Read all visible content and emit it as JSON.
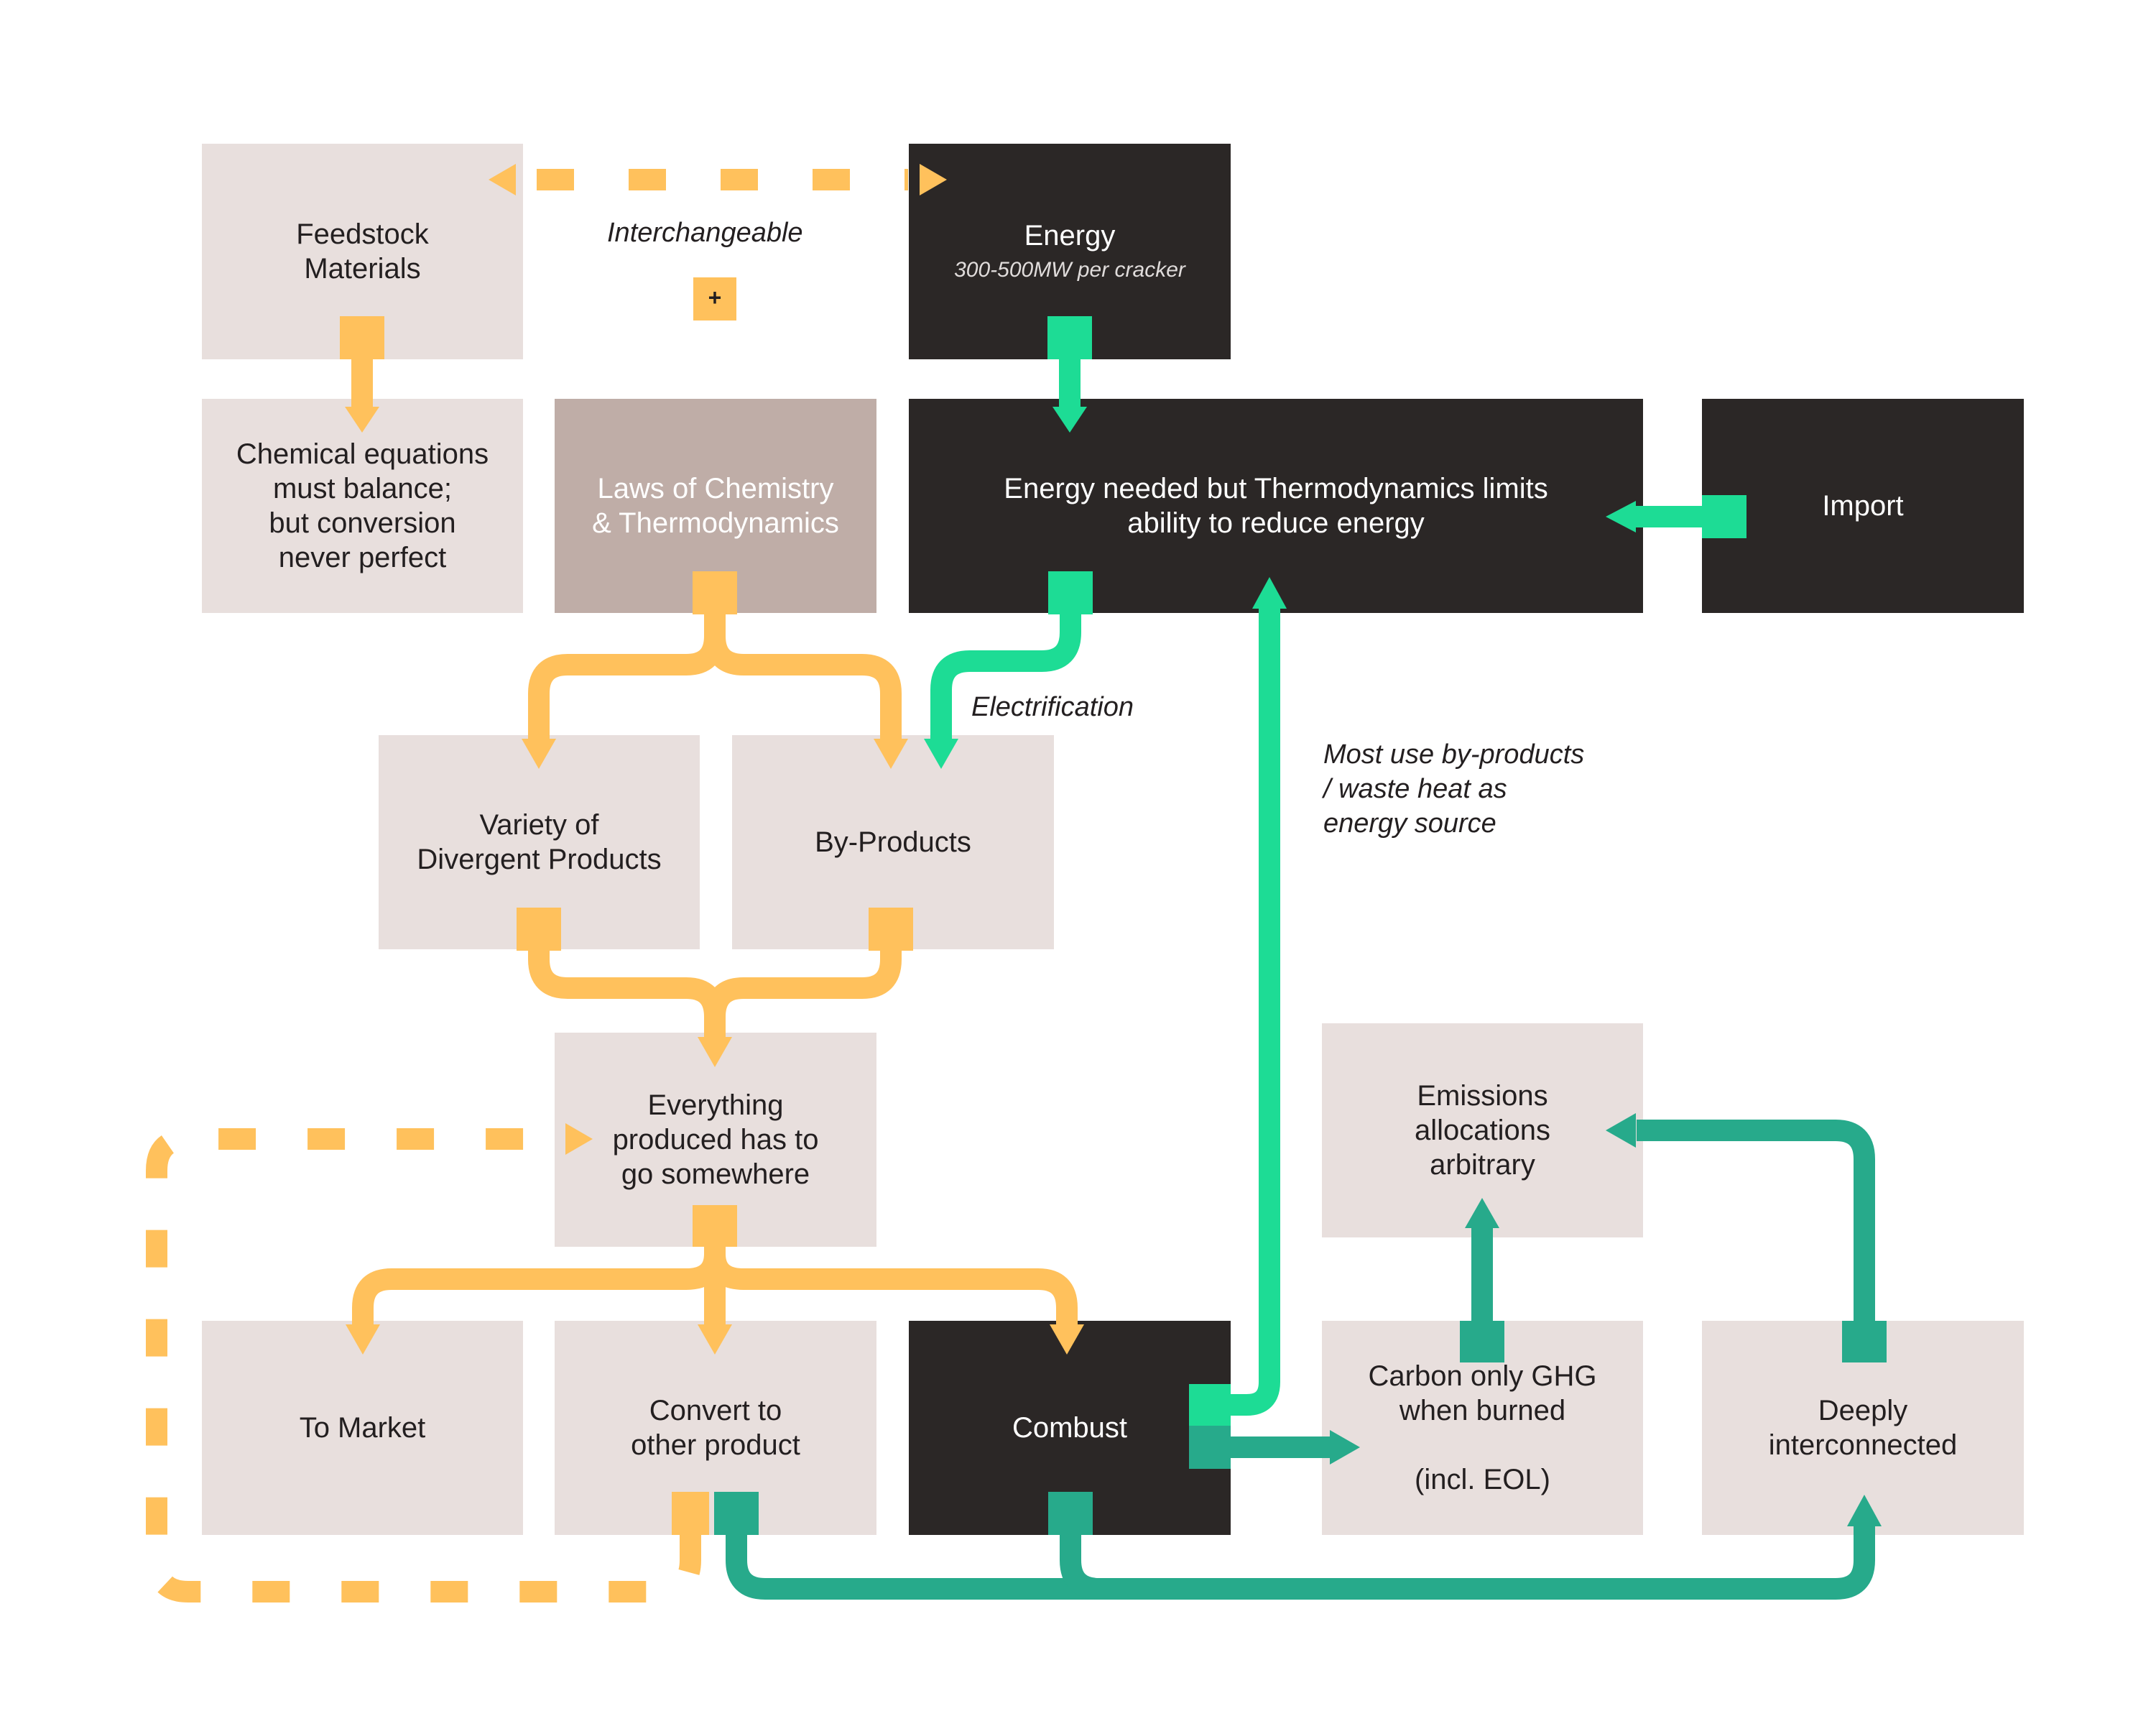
{
  "colors": {
    "orange": "#ffc15c",
    "green": "#1ddc95",
    "teal": "#27aa8b",
    "light_box": "#e8dfdd",
    "dark_box": "#2b2726",
    "mid_box": "#bfada7"
  },
  "nodes": {
    "feedstock": "Feedstock\nMaterials",
    "energy": {
      "label": "Energy",
      "sub": "300-500MW per cracker"
    },
    "chemical_equations": "Chemical equations\nmust balance;\nbut conversion\nnever perfect",
    "laws": "Laws of Chemistry\n& Thermodynamics",
    "energy_needed": "Energy needed but Thermodynamics limits\nability to reduce energy",
    "import": "Import",
    "variety": "Variety of\nDivergent Products",
    "by_products": "By-Products",
    "everything": "Everything\nproduced has to\ngo somewhere",
    "emissions": "Emissions\nallocations\narbitrary",
    "to_market": "To Market",
    "convert": "Convert to\nother product",
    "combust": "Combust",
    "carbon": "Carbon only GHG\nwhen burned\n\n(incl. EOL)",
    "deeply": "Deeply\ninterconnected"
  },
  "notes": {
    "interchangeable": "Interchangeable",
    "plus": "+",
    "electrification": "Electrification",
    "most_use": "Most use by-products\n/ waste heat as\nenergy source"
  }
}
